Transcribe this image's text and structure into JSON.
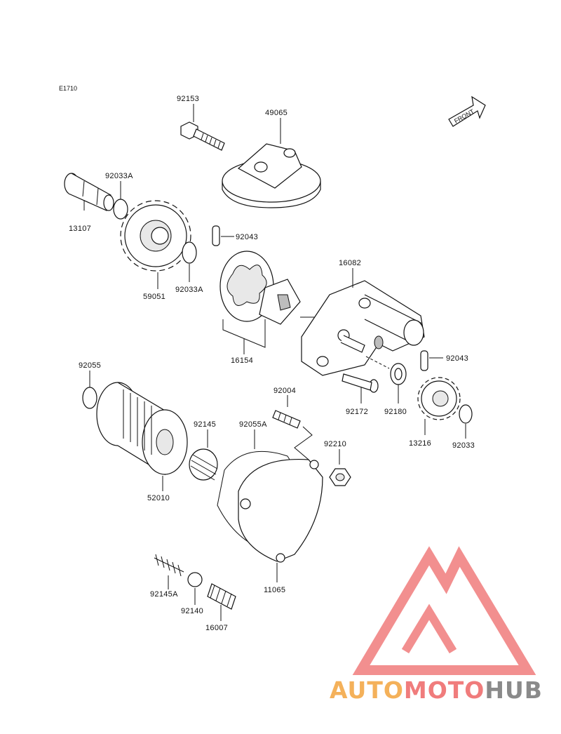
{
  "diagram": {
    "code": "E1710",
    "front_label": "FRONT",
    "parts": [
      {
        "label": "92153"
      },
      {
        "label": "49065"
      },
      {
        "label": "92033A"
      },
      {
        "label": "13107"
      },
      {
        "label": "92043"
      },
      {
        "label": "59051"
      },
      {
        "label": "92033A"
      },
      {
        "label": "16082"
      },
      {
        "label": "16154"
      },
      {
        "label": "92043"
      },
      {
        "label": "92055"
      },
      {
        "label": "92004"
      },
      {
        "label": "92172"
      },
      {
        "label": "92180"
      },
      {
        "label": "13216"
      },
      {
        "label": "92033"
      },
      {
        "label": "92145"
      },
      {
        "label": "92055A"
      },
      {
        "label": "92210"
      },
      {
        "label": "52010"
      },
      {
        "label": "11065"
      },
      {
        "label": "92145A"
      },
      {
        "label": "92140"
      },
      {
        "label": "16007"
      }
    ]
  },
  "watermark": {
    "text_part1": "AUTO",
    "text_part2": "MOTO",
    "text_part3": "HUB",
    "colors": {
      "orange": "#f4b15a",
      "red": "#f07c7c",
      "gray": "#8a8a8a",
      "triangle": "#f28a8a"
    }
  }
}
